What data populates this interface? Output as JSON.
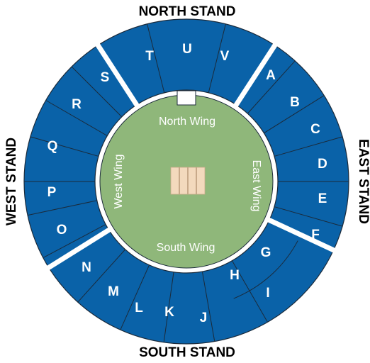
{
  "stands": {
    "north": "NORTH STAND",
    "south": "SOUTH STAND",
    "west": "WEST STAND",
    "east": "EAST STAND"
  },
  "wings": {
    "north": "North Wing",
    "south": "South Wing",
    "west": "West Wing",
    "east": "East Wing"
  },
  "blocks": {
    "A": "A",
    "B": "B",
    "C": "C",
    "D": "D",
    "E": "E",
    "F": "F",
    "G": "G",
    "H": "H",
    "I": "I",
    "J": "J",
    "K": "K",
    "L": "L",
    "M": "M",
    "N": "N",
    "O": "O",
    "P": "P",
    "Q": "Q",
    "R": "R",
    "S": "S",
    "T": "T",
    "U": "U",
    "V": "V"
  },
  "colors": {
    "seating": "#0a62a8",
    "field": "#8fb77a",
    "pitch": "#f3d9bd",
    "outline": "#1b2a3a",
    "gap": "#ffffff"
  }
}
